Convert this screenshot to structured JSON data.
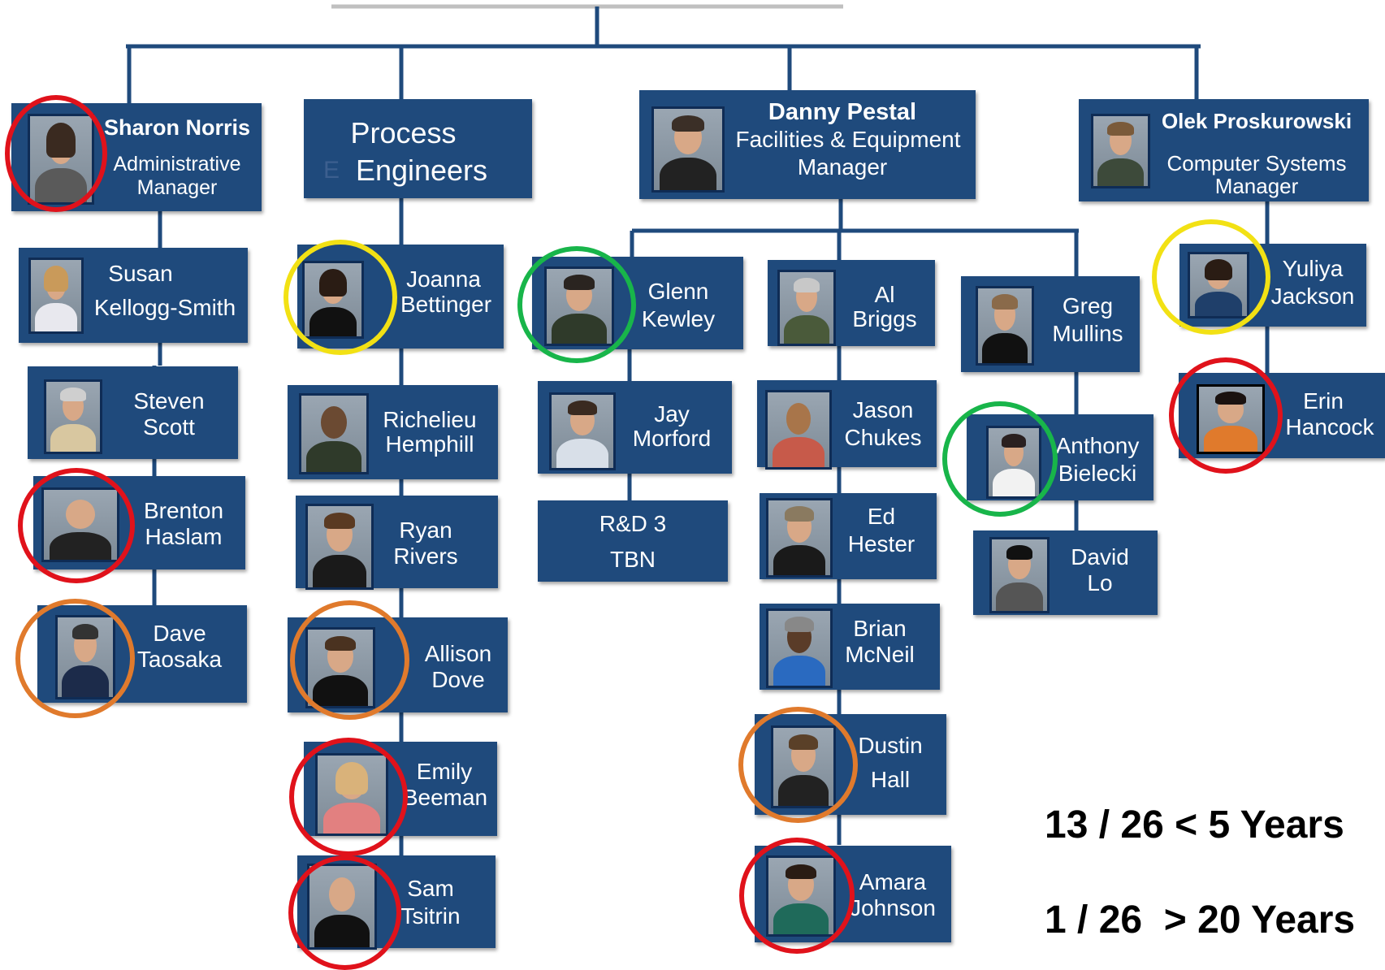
{
  "managers": {
    "sharon": {
      "name": "Sharon Norris",
      "title_1": "Administrative",
      "title_2": "Manager"
    },
    "process": {
      "line_1": "Process",
      "line_2": "Engineers",
      "stray_letter": "E"
    },
    "danny": {
      "name": "Danny Pestal",
      "title_1": "Facilities & Equipment",
      "title_2": "Manager"
    },
    "olek": {
      "name": "Olek Proskurowski",
      "title_1": "Computer Systems",
      "title_2": "Manager"
    }
  },
  "people": {
    "susan": {
      "first": "Susan",
      "last": "Kellogg-Smith"
    },
    "steven": {
      "first": "Steven",
      "last": "Scott"
    },
    "brenton": {
      "first": "Brenton",
      "last": "Haslam"
    },
    "dave_t": {
      "first": "Dave",
      "last": "Taosaka"
    },
    "joanna": {
      "first": "Joanna",
      "last": "Bettinger"
    },
    "richelieu": {
      "first": "Richelieu",
      "last": "Hemphill"
    },
    "ryan": {
      "first": "Ryan",
      "last": "Rivers"
    },
    "allison": {
      "first": "Allison",
      "last": "Dove"
    },
    "emily": {
      "first": "Emily",
      "last": "Beeman"
    },
    "sam": {
      "first": "Sam",
      "last": "Tsitrin"
    },
    "glenn": {
      "first": "Glenn",
      "last": "Kewley"
    },
    "jay": {
      "first": "Jay",
      "last": "Morford"
    },
    "rd3": {
      "first": "R&D 3",
      "last": "TBN"
    },
    "al": {
      "first": "Al",
      "last": "Briggs"
    },
    "jason": {
      "first": "Jason",
      "last": "Chukes"
    },
    "ed": {
      "first": "Ed",
      "last": "Hester"
    },
    "brian": {
      "first": "Brian",
      "last": "McNeil"
    },
    "dustin": {
      "first": "Dustin",
      "last": "Hall"
    },
    "amara": {
      "first": "Amara",
      "last": "Johnson"
    },
    "greg": {
      "first": "Greg",
      "last": "Mullins"
    },
    "anthony": {
      "first": "Anthony",
      "last": "Bielecki"
    },
    "david_lo": {
      "first": "David",
      "last": "Lo"
    },
    "yuliya": {
      "first": "Yuliya",
      "last": "Jackson"
    },
    "erin": {
      "first": "Erin",
      "last": "Hancock"
    }
  },
  "stats": {
    "line_1": "13 / 26 < 5 Years",
    "line_2": "1 / 26  > 20 Years"
  },
  "colors": {
    "box": "#1f4a7c",
    "ring_red": "#e0121b",
    "ring_yellow": "#f2e114",
    "ring_green": "#18b54a",
    "ring_orange": "#e07a2c"
  }
}
